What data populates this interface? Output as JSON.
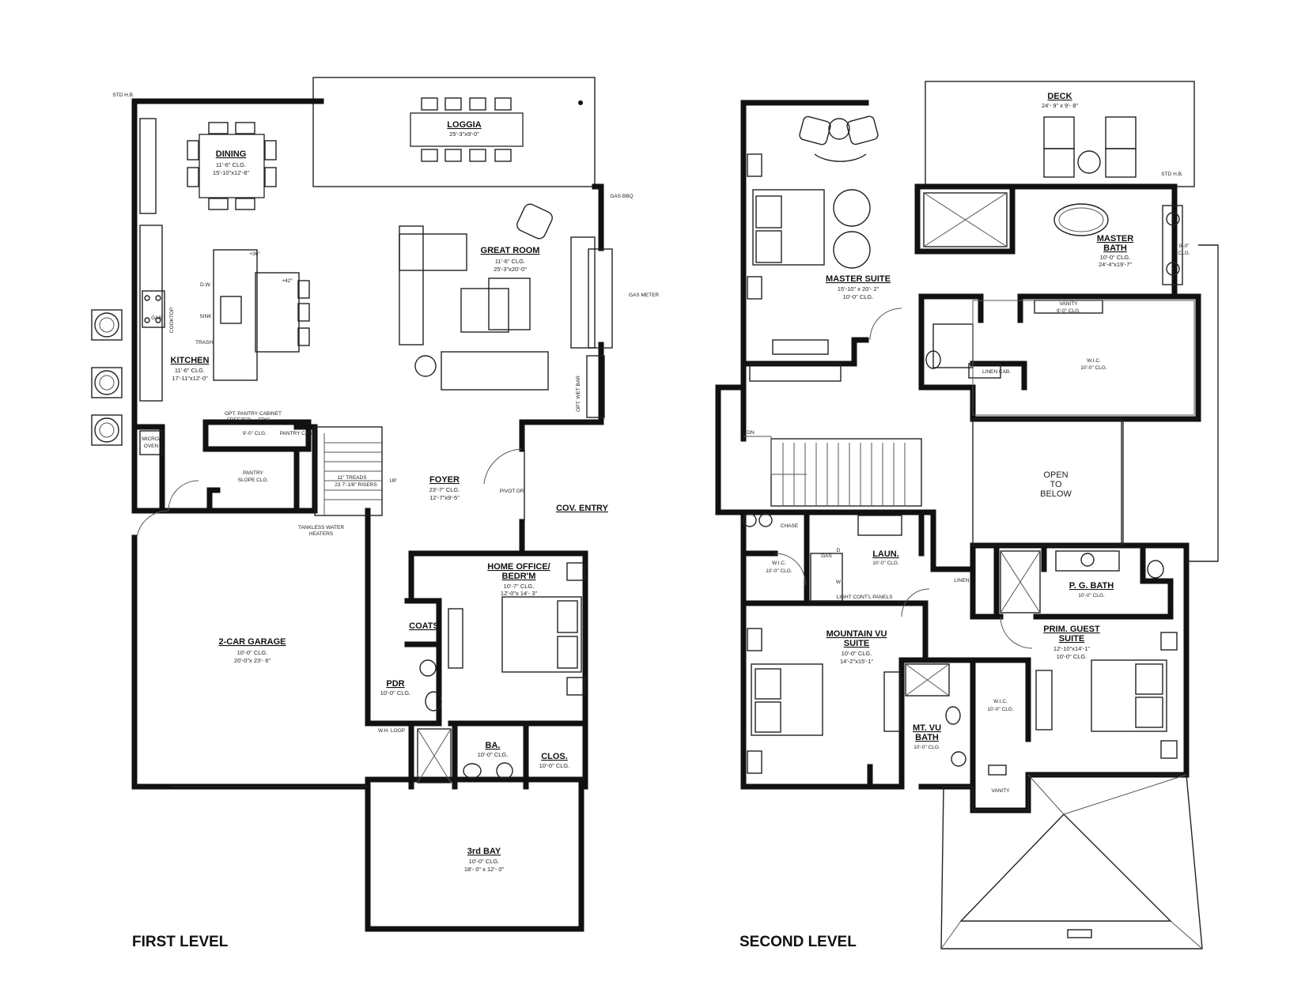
{
  "levels": {
    "first": "FIRST LEVEL",
    "second": "SECOND LEVEL"
  },
  "first_level_rooms": [
    {
      "key": "dining",
      "name": "DINING",
      "lines": [
        "11'-6\" CLG.",
        "15'-10\"x12'-8\""
      ]
    },
    {
      "key": "loggia",
      "name": "LOGGIA",
      "lines": [
        "25'-3\"x9'-0\""
      ]
    },
    {
      "key": "great-room",
      "name": "GREAT ROOM",
      "lines": [
        "11'-6\" CLG.",
        "25'-3\"x20'-0\""
      ]
    },
    {
      "key": "kitchen",
      "name": "KITCHEN",
      "lines": [
        "11'-6\" CLG.",
        "17'-11\"x12'-0\""
      ]
    },
    {
      "key": "foyer",
      "name": "FOYER",
      "lines": [
        "23'-7\" CLG.",
        "12'-7\"x9'-5\""
      ]
    },
    {
      "key": "cov-entry",
      "name": "COV. ENTRY",
      "lines": []
    },
    {
      "key": "home-office",
      "name": "HOME OFFICE/",
      "lines": [
        "BEDR'M",
        "10'-7\" CLG.",
        "12'-0\"x 14'- 3\""
      ]
    },
    {
      "key": "coats",
      "name": "COATS",
      "lines": []
    },
    {
      "key": "pdr",
      "name": "PDR",
      "lines": [
        "10'-0\" CLG."
      ]
    },
    {
      "key": "garage",
      "name": "2-CAR GARAGE",
      "lines": [
        "10'-0\" CLG.",
        "20'-0\"x 23'- 6\""
      ]
    },
    {
      "key": "ba",
      "name": "BA.",
      "lines": [
        "10'-0\" CLG."
      ]
    },
    {
      "key": "clos",
      "name": "CLOS.",
      "lines": [
        "10'-0\" CLG."
      ]
    },
    {
      "key": "third-bay",
      "name": "3rd BAY",
      "lines": [
        "10'-0\" CLG.",
        "18'- 0\" x 12'- 0\""
      ]
    }
  ],
  "first_level_notes": [
    {
      "key": "opt-pantry",
      "text": "OPT. PANTRY CABINET"
    },
    {
      "key": "freezer",
      "text": "FREEZER"
    },
    {
      "key": "frig",
      "text": "FRIG"
    },
    {
      "key": "pantry-clg",
      "text": "9'-0\" CLG."
    },
    {
      "key": "pantry-cab",
      "text": "PANTRY CAB."
    },
    {
      "key": "pantry",
      "text": "PANTRY"
    },
    {
      "key": "pantry-slope",
      "text": "SLOPE CLG."
    },
    {
      "key": "treads",
      "text": "11\" TREADS"
    },
    {
      "key": "risers",
      "text": "23 7'-1/8\" RISERS"
    },
    {
      "key": "up",
      "text": "UP"
    },
    {
      "key": "tankless",
      "text": "TANKLESS WATER"
    },
    {
      "key": "heaters",
      "text": "HEATERS"
    },
    {
      "key": "pivot",
      "text": "PIVOT DR."
    },
    {
      "key": "micro",
      "text": "MICRO/"
    },
    {
      "key": "oven",
      "text": "OVEN"
    },
    {
      "key": "cooktop",
      "text": "COOKTOP"
    },
    {
      "key": "dw",
      "text": "D.W."
    },
    {
      "key": "sink",
      "text": "SINK"
    },
    {
      "key": "trash",
      "text": "TRASH"
    },
    {
      "key": "gas",
      "text": "GAS"
    },
    {
      "key": "h36",
      "text": "+36\""
    },
    {
      "key": "h42",
      "text": "+42\""
    },
    {
      "key": "opt-wetbar",
      "text": "OPT. WET BAR"
    },
    {
      "key": "gas-bbq",
      "text": "GAS BBQ"
    },
    {
      "key": "gas-meter",
      "text": "GAS METER"
    },
    {
      "key": "wh-loop",
      "text": "W.H. LOOP"
    },
    {
      "key": "std-hb",
      "text": "STD H.B."
    }
  ],
  "second_level_rooms": [
    {
      "key": "deck",
      "name": "DECK",
      "lines": [
        "24'- 9\" x 9'- 8\""
      ]
    },
    {
      "key": "master-suite",
      "name": "MASTER SUITE",
      "lines": [
        "15'-10\" x 20'- 2\"",
        "10'-0\" CLG."
      ]
    },
    {
      "key": "master-bath",
      "name": "MASTER",
      "lines": [
        "BATH",
        "10'-0\" CLG.",
        "24'-4\"x19'-7\""
      ]
    },
    {
      "key": "vanity-top",
      "name": "VANITY",
      "lines": [
        "9'-0\" CLG."
      ]
    },
    {
      "key": "wic-top",
      "name": "W.I.C.",
      "lines": [
        "10'-0\" CLG."
      ]
    },
    {
      "key": "linen-cab",
      "name": "LINEN CAB.",
      "lines": []
    },
    {
      "key": "open",
      "name": "OPEN",
      "lines": [
        "TO",
        "BELOW"
      ]
    },
    {
      "key": "chase",
      "name": "CHASE",
      "lines": []
    },
    {
      "key": "laun",
      "name": "LAUN.",
      "lines": [
        "10'-0\" CLG."
      ]
    },
    {
      "key": "wic-left",
      "name": "W.I.C.",
      "lines": [
        "10'-0\" CLG."
      ]
    },
    {
      "key": "linen",
      "name": "LINEN",
      "lines": []
    },
    {
      "key": "pg-bath",
      "name": "P. G. BATH",
      "lines": [
        "10'-0\" CLG."
      ]
    },
    {
      "key": "mountain-vu",
      "name": "MOUNTAIN VU",
      "lines": [
        "SUITE",
        "10'-0\" CLG.",
        "14'-2\"x15'-1\""
      ]
    },
    {
      "key": "prim-guest",
      "name": "PRIM. GUEST",
      "lines": [
        "SUITE",
        "12'-10\"x14'-1\"",
        "10'-0\" CLG."
      ]
    },
    {
      "key": "mt-vu-bath",
      "name": "MT. VU",
      "lines": [
        "BATH",
        "10'-0\" CLG."
      ]
    },
    {
      "key": "wic-mid",
      "name": "W.I.C.",
      "lines": [
        "10'-0\" CLG."
      ]
    },
    {
      "key": "vanity-bottom",
      "name": "VANITY",
      "lines": []
    }
  ],
  "second_level_notes": [
    {
      "key": "dn",
      "text": "DN"
    },
    {
      "key": "ninefoot",
      "text": "9'-0\""
    },
    {
      "key": "clg",
      "text": "CLG."
    },
    {
      "key": "light",
      "text": "LIGHT CONT'L PANELS"
    },
    {
      "key": "std-hb2",
      "text": "STD H.B."
    },
    {
      "key": "gas2",
      "text": "GAS"
    },
    {
      "key": "d",
      "text": "D"
    },
    {
      "key": "w",
      "text": "W"
    }
  ]
}
